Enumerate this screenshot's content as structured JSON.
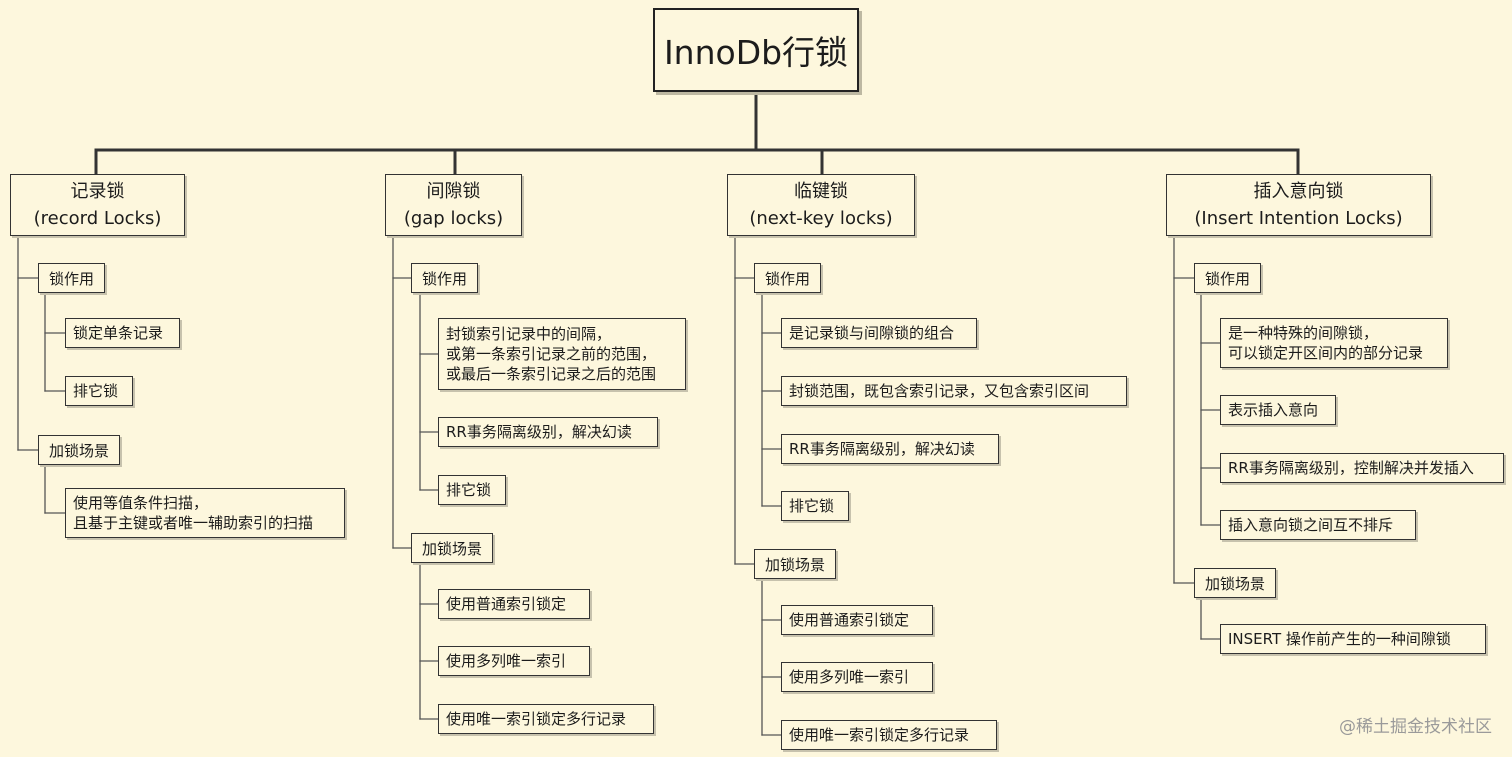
{
  "root": {
    "title": "InnoDb行锁"
  },
  "categories": [
    {
      "title": "记录锁",
      "subtitle": "(record Locks)",
      "lock_effect_label": "锁作用",
      "scenario_label": "加锁场景",
      "effects": [
        [
          "锁定单条记录"
        ],
        [
          "排它锁"
        ]
      ],
      "scenarios": [
        [
          "使用等值条件扫描，",
          "且基于主键或者唯一辅助索引的扫描"
        ]
      ]
    },
    {
      "title": "间隙锁",
      "subtitle": "(gap locks)",
      "lock_effect_label": "锁作用",
      "scenario_label": "加锁场景",
      "effects": [
        [
          "封锁索引记录中的间隔，",
          "或第一条索引记录之前的范围，",
          "或最后一条索引记录之后的范围"
        ],
        [
          "RR事务隔离级别，解决幻读"
        ],
        [
          "排它锁"
        ]
      ],
      "scenarios": [
        [
          "使用普通索引锁定"
        ],
        [
          "使用多列唯一索引"
        ],
        [
          "使用唯一索引锁定多行记录"
        ]
      ]
    },
    {
      "title": "临键锁",
      "subtitle": "(next-key locks)",
      "lock_effect_label": "锁作用",
      "scenario_label": "加锁场景",
      "effects": [
        [
          "是记录锁与间隙锁的组合"
        ],
        [
          "封锁范围，既包含索引记录，又包含索引区间"
        ],
        [
          "RR事务隔离级别，解决幻读"
        ],
        [
          "排它锁"
        ]
      ],
      "scenarios": [
        [
          "使用普通索引锁定"
        ],
        [
          "使用多列唯一索引"
        ],
        [
          "使用唯一索引锁定多行记录"
        ]
      ]
    },
    {
      "title": "插入意向锁",
      "subtitle": "(Insert Intention Locks)",
      "lock_effect_label": "锁作用",
      "scenario_label": "加锁场景",
      "effects": [
        [
          "是一种特殊的间隙锁，",
          "可以锁定开区间内的部分记录"
        ],
        [
          "表示插入意向"
        ],
        [
          "RR事务隔离级别，控制解决并发插入"
        ],
        [
          "插入意向锁之间互不排斥"
        ]
      ],
      "scenarios": [
        [
          "INSERT 操作前产生的一种间隙锁"
        ]
      ]
    }
  ],
  "watermark": "@稀土掘金技术社区"
}
